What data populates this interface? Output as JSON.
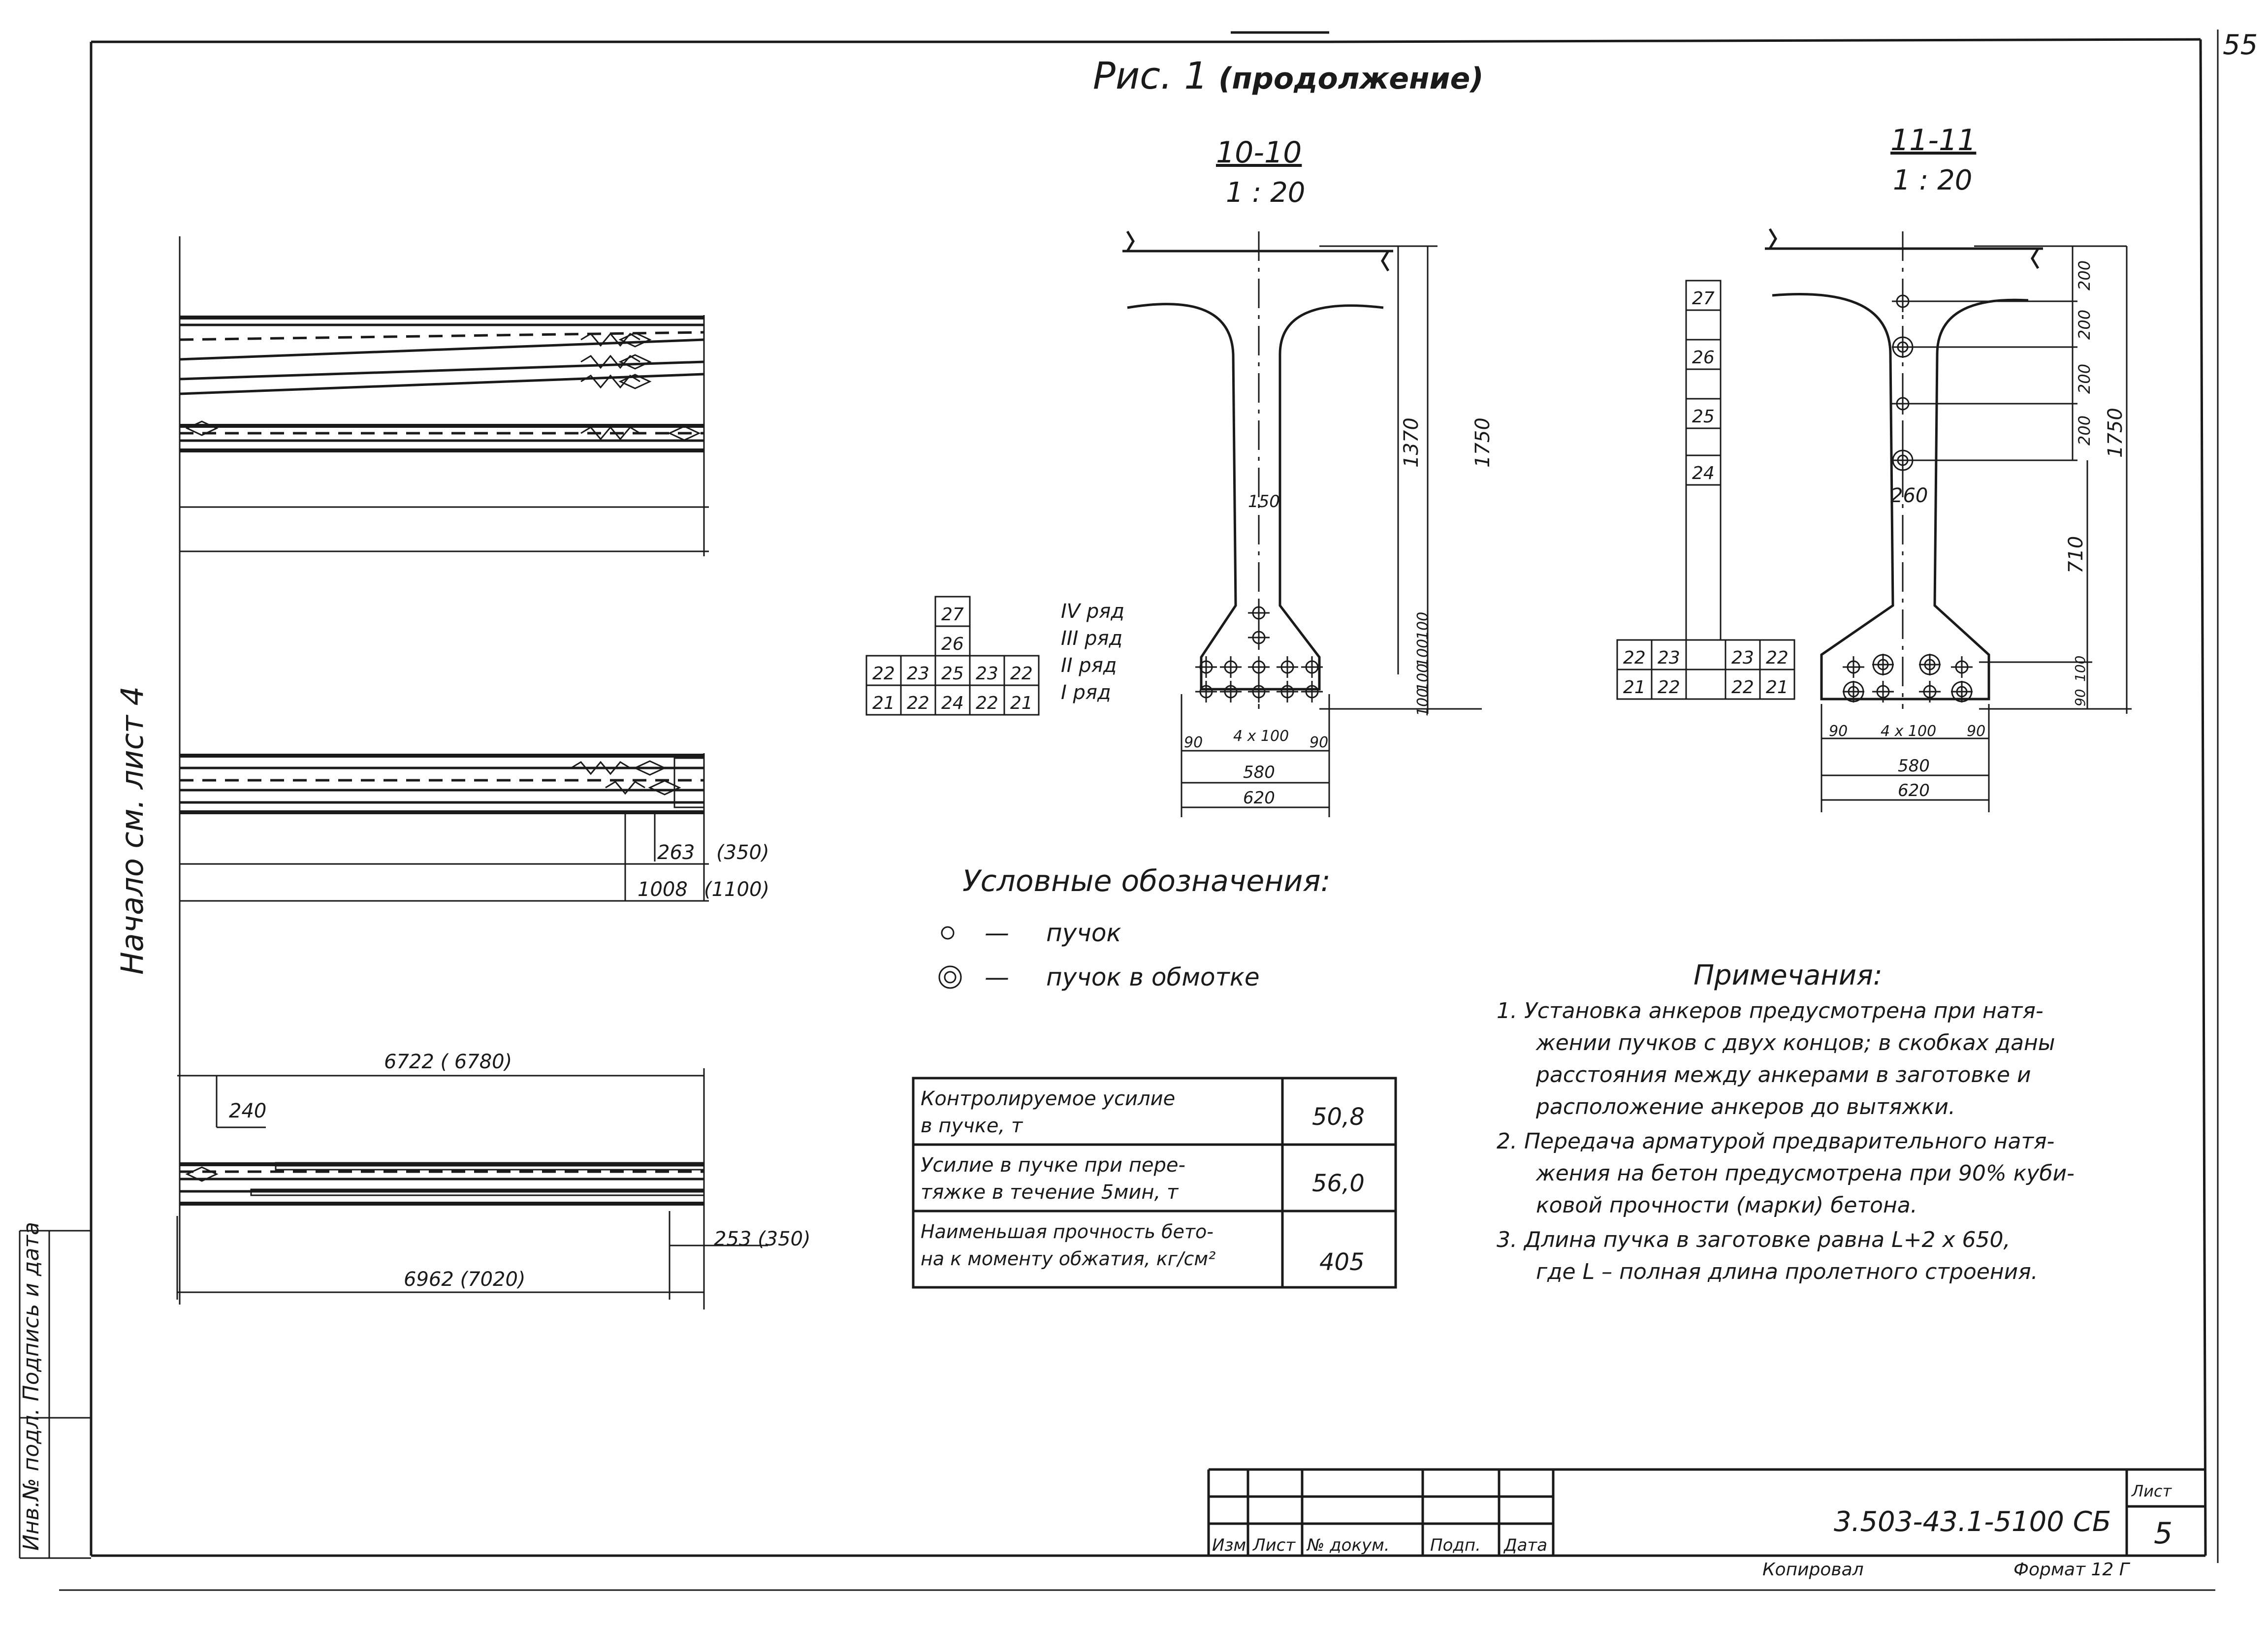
{
  "corner_mark": "55",
  "title": {
    "main": "Рис. 1",
    "sub": "(продолжение)"
  },
  "left_side_note": "Начало см. лист 4",
  "stamp_side": "Инв.№ подл. Подпись и дата",
  "section_a": {
    "label": "10-10",
    "scale": "1 : 20"
  },
  "section_b": {
    "label": "11-11",
    "scale": "1 : 20"
  },
  "sec_a_dims": {
    "h_inner": "1370",
    "h_total": "1750",
    "web": "150",
    "bot_a": "100",
    "bot_b": "100",
    "bot_c": "100",
    "bot_d": "100",
    "side_l": "90",
    "mid": "4 x 100",
    "side_r": "90",
    "w1": "580",
    "w2": "620"
  },
  "sec_b_dims": {
    "d1": "200",
    "d2": "200",
    "d3": "200",
    "d4": "200",
    "h_total": "1750",
    "web": "260",
    "mid_h": "710",
    "bot_a": "100",
    "bot_b": "90",
    "side_l": "90",
    "mid": "4 x 100",
    "side_r": "90",
    "w1": "580",
    "w2": "620"
  },
  "bundle_grid_a": {
    "cells_r4": [
      "27"
    ],
    "cells_r3": [
      "26"
    ],
    "cells_r2": [
      "22",
      "23",
      "25",
      "23",
      "22"
    ],
    "cells_r1": [
      "21",
      "22",
      "24",
      "22",
      "21"
    ],
    "rows": [
      "IV ряд",
      "III ряд",
      "II ряд",
      "I ряд"
    ]
  },
  "bundle_grid_b": {
    "column": [
      "27",
      "26",
      "25",
      "24"
    ],
    "r2_left": [
      "22",
      "23"
    ],
    "r2_right": [
      "23",
      "22"
    ],
    "r1_left": [
      "21",
      "22"
    ],
    "r1_right": [
      "22",
      "21"
    ]
  },
  "elev_mid": {
    "d1": "263",
    "d1b": "(350)",
    "d2": "1008",
    "d2b": "(1100)"
  },
  "elev_low": {
    "top": "6722 ( 6780)",
    "anchor": "240",
    "right": "253 (350)",
    "bottom": "6962 (7020)"
  },
  "legend": {
    "title": "Условные обозначения:",
    "items": [
      {
        "icon": "circle-icon",
        "dash": "—",
        "text": "пучок"
      },
      {
        "icon": "double-circle-icon",
        "dash": "—",
        "text": "пучок в обмотке"
      }
    ]
  },
  "force_table": [
    {
      "label1": "Контролируемое усилие",
      "label2": "в пучке, т",
      "value": "50,8"
    },
    {
      "label1": "Усилие в пучке при пере-",
      "label2": "тяжке в течение 5мин, т",
      "value": "56,0"
    },
    {
      "label1": "Наименьшая прочность бето-",
      "label2": "на к моменту обжатия, кг/см²",
      "value": "405"
    }
  ],
  "notes": {
    "title": "Примечания:",
    "lines": [
      "1. Установка анкеров предусмотрена при натя-",
      "жении пучков с двух концов; в скобках даны",
      "расстояния между анкерами в заготовке и",
      "расположение анкеров до вытяжки.",
      "2. Передача арматурой предварительного натя-",
      "жения на бетон предусмотрена при 90% куби-",
      "ковой прочности (марки) бетона.",
      "3. Длина пучка в заготовке равна L+2 x 650,",
      "где L – полная длина пролетного строения."
    ]
  },
  "title_block": {
    "cols": [
      "Изм",
      "Лист",
      "№ докум.",
      "Подп.",
      "Дата"
    ],
    "code": "3.503-43.1-5100 СБ",
    "sheet_label": "Лист",
    "sheet_no": "5"
  },
  "footer": {
    "left": "Копировал",
    "right": "Формат 12 Г"
  }
}
